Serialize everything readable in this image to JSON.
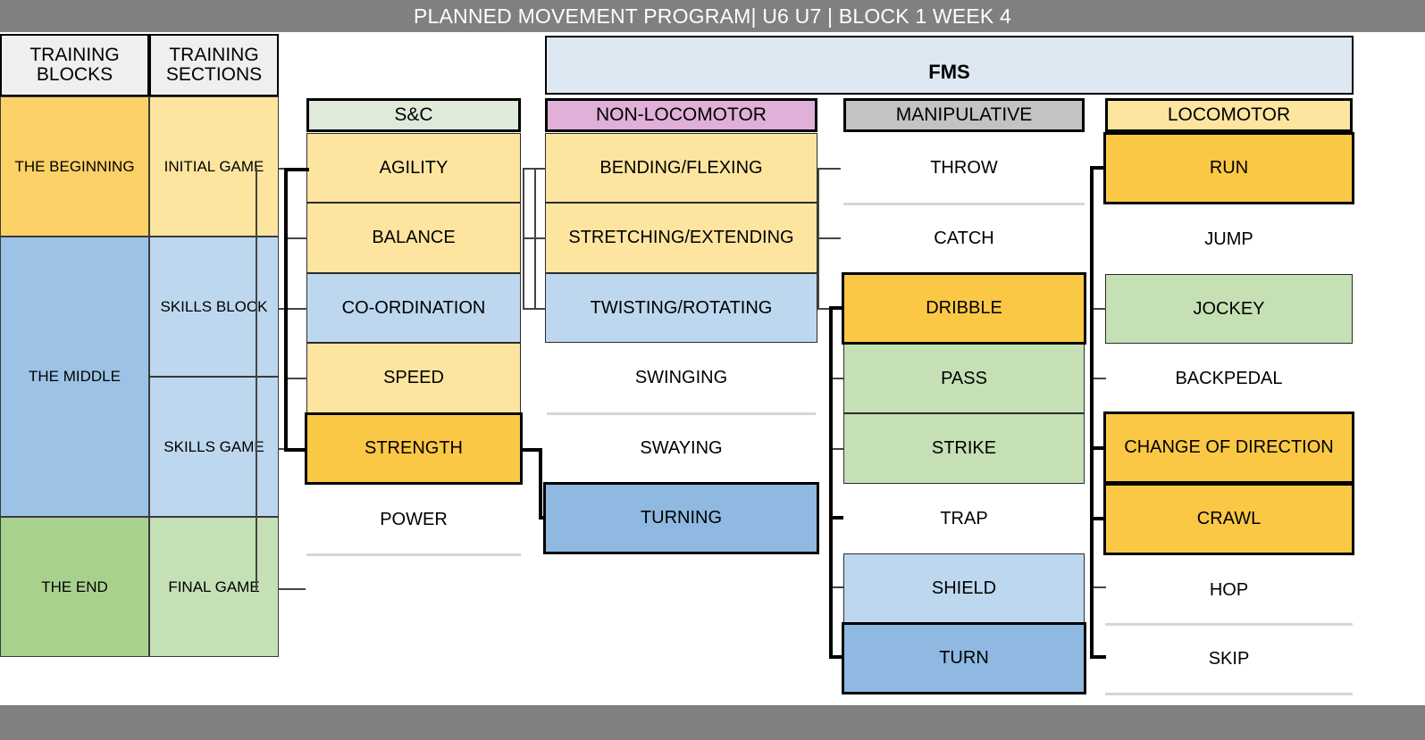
{
  "header": {
    "title": "PLANNED MOVEMENT PROGRAM| U6 U7 | BLOCK 1 WEEK 4",
    "bar_color": "#808080"
  },
  "columns_header": {
    "training_blocks": "TRAINING BLOCKS",
    "training_blocks_line1": "TRAINING",
    "training_blocks_line2": "BLOCKS",
    "training_sections_line1": "TRAINING",
    "training_sections_line2": "SECTIONS"
  },
  "fms_banner": {
    "label": "FMS",
    "color": "#dde8f3"
  },
  "training_blocks": [
    {
      "label": "THE BEGINNING",
      "color": "#fbd168"
    },
    {
      "label": "THE MIDDLE",
      "color": "#9cc3e5"
    },
    {
      "label": "THE END",
      "color": "#a9d18e"
    }
  ],
  "training_sections": [
    {
      "label": "INITIAL GAME",
      "color": "#fde5a0"
    },
    {
      "label": "SKILLS BLOCK",
      "color": "#bdd7ee"
    },
    {
      "label": "SKILLS GAME",
      "color": "#bdd7ee"
    },
    {
      "label": "FINAL GAME",
      "color": "#c5e0b4"
    }
  ],
  "categories": [
    {
      "name": "S&C",
      "header_color": "#dfeadb",
      "items": [
        {
          "label": "AGILITY",
          "color": "#fde5a0",
          "state": "filled"
        },
        {
          "label": "BALANCE",
          "color": "#fde5a0",
          "state": "filled"
        },
        {
          "label": "CO-ORDINATION",
          "color": "#bdd7ee",
          "state": "filled"
        },
        {
          "label": "SPEED",
          "color": "#fde5a0",
          "state": "filled"
        },
        {
          "label": "STRENGTH",
          "color": "#fbc846",
          "state": "selected"
        },
        {
          "label": "POWER",
          "color": "#ffffff",
          "state": "plain"
        }
      ]
    },
    {
      "name": "NON-LOCOMOTOR",
      "header_color": "#e0b0d8",
      "items": [
        {
          "label": "BENDING/FLEXING",
          "color": "#fde5a0",
          "state": "filled"
        },
        {
          "label": "STRETCHING/EXTENDING",
          "color": "#fde5a0",
          "state": "filled"
        },
        {
          "label": "TWISTING/ROTATING",
          "color": "#bdd7ee",
          "state": "filled"
        },
        {
          "label": "SWINGING",
          "color": "#ffffff",
          "state": "plain"
        },
        {
          "label": "SWAYING",
          "color": "#ffffff",
          "state": "plain"
        },
        {
          "label": "TURNING",
          "color": "#8fb9e0",
          "state": "selected"
        }
      ]
    },
    {
      "name": "MANIPULATIVE",
      "header_color": "#c3c3c3",
      "items": [
        {
          "label": "THROW",
          "color": "#ffffff",
          "state": "plain"
        },
        {
          "label": "CATCH",
          "color": "#ffffff",
          "state": "plain"
        },
        {
          "label": "DRIBBLE",
          "color": "#fbc846",
          "state": "selected"
        },
        {
          "label": "PASS",
          "color": "#c5e0b4",
          "state": "filled"
        },
        {
          "label": "STRIKE",
          "color": "#c5e0b4",
          "state": "filled"
        },
        {
          "label": "TRAP",
          "color": "#ffffff",
          "state": "plain"
        },
        {
          "label": "SHIELD",
          "color": "#bdd7ee",
          "state": "filled"
        },
        {
          "label": "TURN",
          "color": "#8fb9e0",
          "state": "selected"
        }
      ]
    },
    {
      "name": "LOCOMOTOR",
      "header_color": "#fde5a0",
      "items": [
        {
          "label": "RUN",
          "color": "#fbc846",
          "state": "selected"
        },
        {
          "label": "JUMP",
          "color": "#ffffff",
          "state": "plain"
        },
        {
          "label": "JOCKEY",
          "color": "#c5e0b4",
          "state": "filled"
        },
        {
          "label": "BACKPEDAL",
          "color": "#ffffff",
          "state": "plain"
        },
        {
          "label": "CHANGE OF DIRECTION",
          "color": "#fbc846",
          "state": "selected"
        },
        {
          "label": "CRAWL",
          "color": "#fbc846",
          "state": "selected"
        },
        {
          "label": "HOP",
          "color": "#ffffff",
          "state": "plain"
        },
        {
          "label": "SKIP",
          "color": "#ffffff",
          "state": "plain"
        }
      ]
    }
  ]
}
